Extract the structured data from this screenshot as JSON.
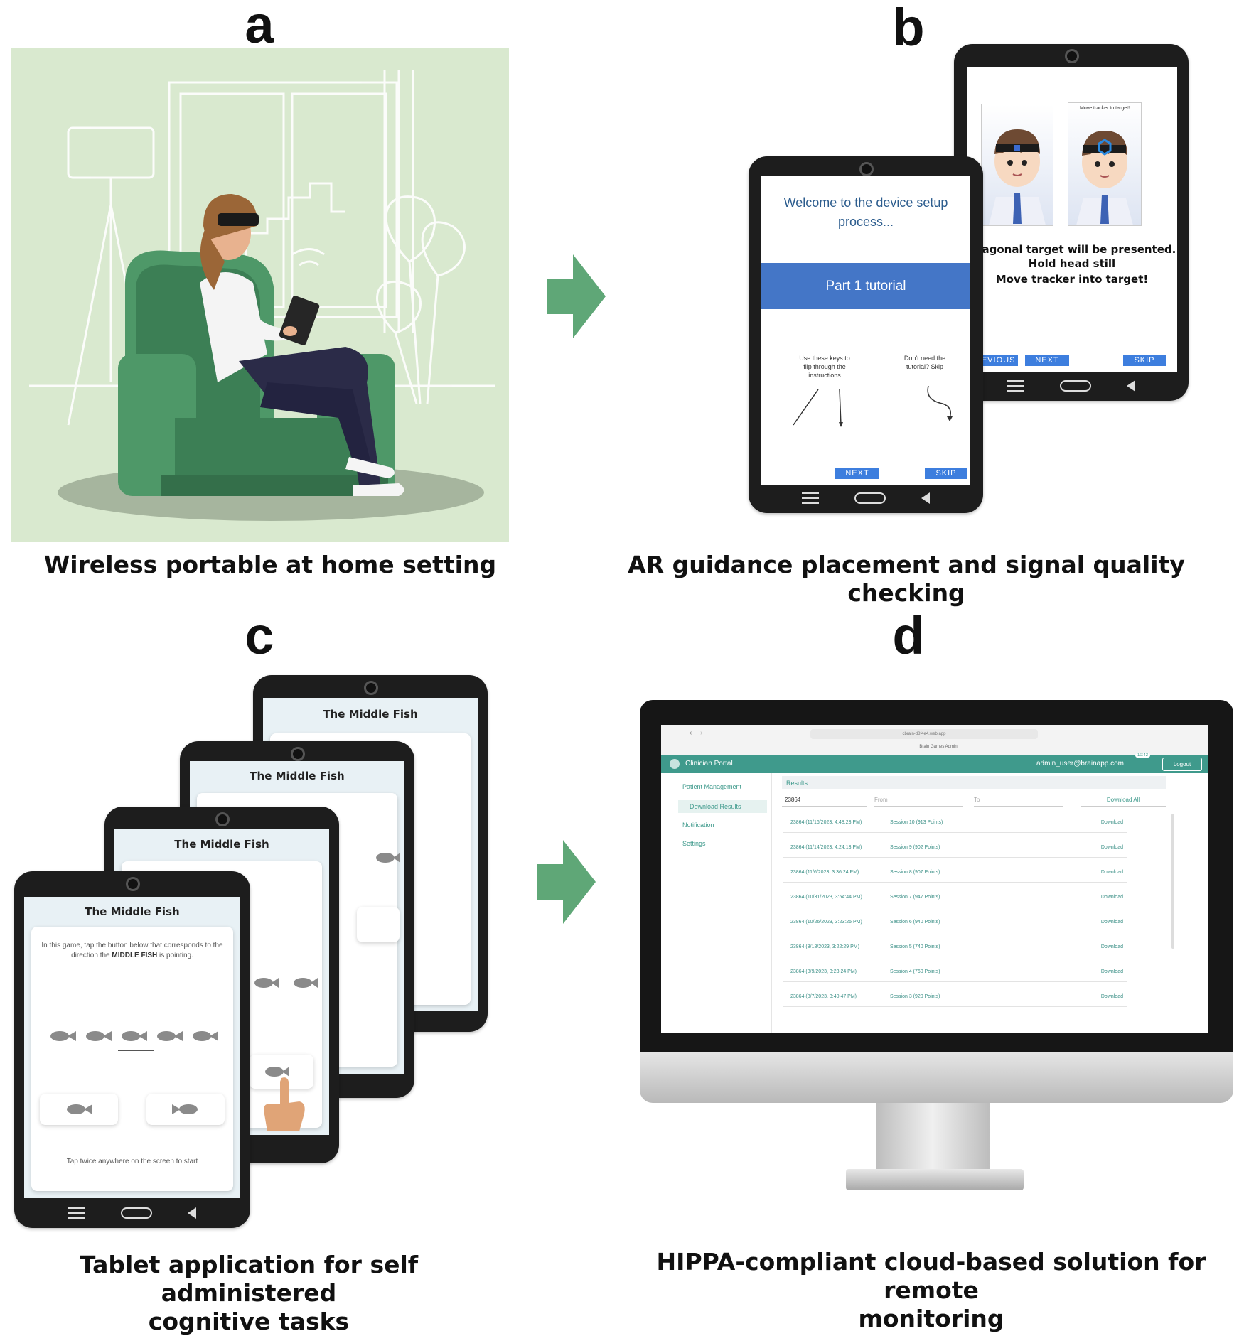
{
  "panels": {
    "a": {
      "letter": "a",
      "caption": "Wireless portable at home setting"
    },
    "b": {
      "letter": "b",
      "caption": "AR guidance placement and signal quality checking",
      "front_tablet": {
        "welcome": "Welcome to the device setup process...",
        "banner": "Part 1 tutorial",
        "hint_left": "Use these keys to flip through the instructions",
        "hint_right": "Don't need the tutorial? Skip",
        "next": "NEXT",
        "skip": "SKIP"
      },
      "back_tablet": {
        "tracker_label": "Move tracker to target!",
        "line1": "exagonal target will be presented.",
        "line2": "Hold head still",
        "line3": "Move tracker into target!",
        "previous": "PREVIOUS",
        "next": "NEXT",
        "skip": "SKIP"
      }
    },
    "c": {
      "letter": "c",
      "caption_line1": "Tablet application for self administered",
      "caption_line2": "cognitive tasks",
      "title": "The Middle Fish",
      "instructions_pre": "In this game, tap the button below that corresponds to the direction the ",
      "instructions_bold": "MIDDLE FISH",
      "instructions_post": " is pointing.",
      "start_hint": "Tap twice anywhere on the screen to start"
    },
    "d": {
      "letter": "d",
      "caption_line1": "HIPPA-compliant cloud-based solution for remote",
      "caption_line2": "monitoring",
      "portal": {
        "url": "cbrain-d8f4e4.web.app",
        "tab_title": "Brain Games Admin",
        "app_name": "Clinician Portal",
        "user": "admin_user@brainapp.com",
        "badge": "10:42",
        "logout": "Logout",
        "nav": [
          "Patient Management",
          "Download Results",
          "Notification",
          "Settings"
        ],
        "results_header": "Results",
        "patient_id": "23864",
        "from_placeholder": "From",
        "to_placeholder": "To",
        "download_all": "Download All",
        "rows": [
          {
            "date": "23864 (11/16/2023, 4:48:23 PM)",
            "session": "Session 10 (913 Points)",
            "action": "Download"
          },
          {
            "date": "23864 (11/14/2023, 4:24:13 PM)",
            "session": "Session 9 (902 Points)",
            "action": "Download"
          },
          {
            "date": "23864 (11/6/2023, 3:36:24 PM)",
            "session": "Session 8 (907 Points)",
            "action": "Download"
          },
          {
            "date": "23864 (10/31/2023, 3:54:44 PM)",
            "session": "Session 7 (947 Points)",
            "action": "Download"
          },
          {
            "date": "23864 (10/26/2023, 3:23:25 PM)",
            "session": "Session 6 (940 Points)",
            "action": "Download"
          },
          {
            "date": "23864 (8/18/2023, 3:22:29 PM)",
            "session": "Session 5 (740 Points)",
            "action": "Download"
          },
          {
            "date": "23864 (8/9/2023, 3:23:24 PM)",
            "session": "Session 4 (760 Points)",
            "action": "Download"
          },
          {
            "date": "23864 (8/7/2023, 3:40:47 PM)",
            "session": "Session 3 (920 Points)",
            "action": "Download"
          }
        ]
      }
    }
  },
  "colors": {
    "arrow": "#5fa777",
    "scene_bg": "#d9e9cf",
    "chair": "#3c7f55",
    "portal_teal": "#3f9a8c",
    "tablet_blue": "#3d7ede"
  }
}
